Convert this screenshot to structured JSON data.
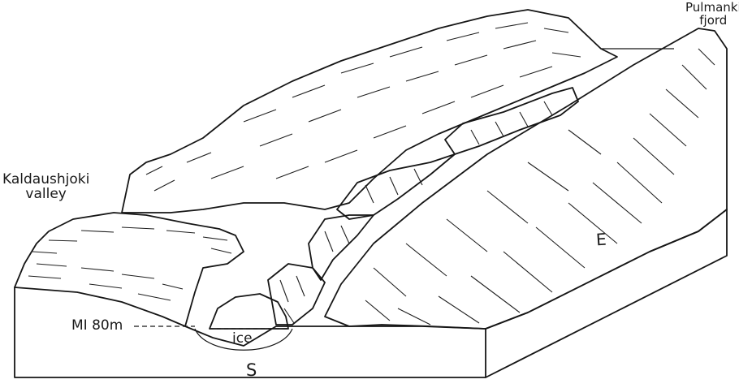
{
  "labels": {
    "fjord_line1": "Pulmanki",
    "fjord_line2": "fjord",
    "valley_line1": "Kaldaushjoki",
    "valley_line2": "valley",
    "mi_level": "MI 80m",
    "ice": "ice",
    "side_s": "S",
    "side_e": "E"
  },
  "colors": {
    "ink": "#161616",
    "paper": "#ffffff"
  }
}
